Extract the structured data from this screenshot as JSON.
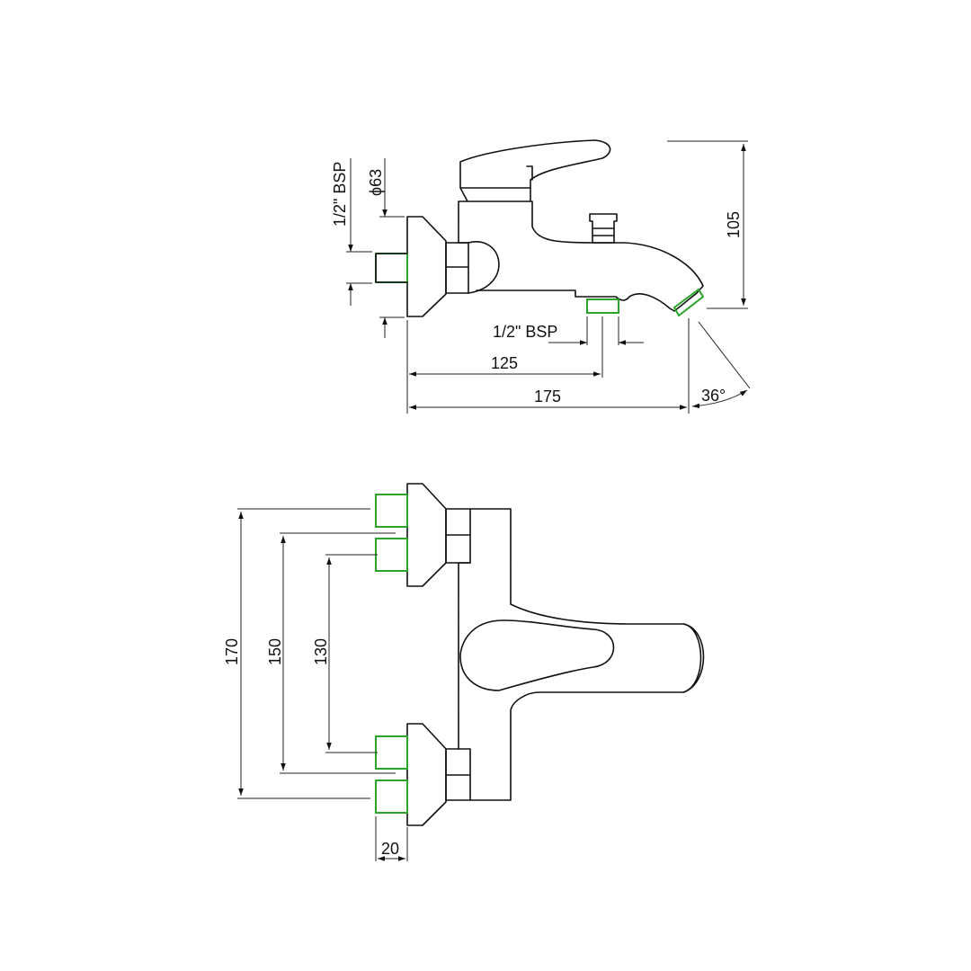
{
  "colors": {
    "line": "#111111",
    "connector_highlight": "#2aa52a",
    "background": "#ffffff"
  },
  "side_view": {
    "dims": {
      "inlet_thread": "1/2\" BSP",
      "escutcheon_diameter": "ϕ63",
      "outlet_thread": "1/2\" BSP",
      "outlet_offset": "125",
      "total_length": "175",
      "height": "105",
      "spout_angle": "36°"
    }
  },
  "top_view": {
    "dims": {
      "centre_max": "170",
      "centre_nominal": "150",
      "centre_min": "130",
      "connector_length": "20"
    }
  }
}
